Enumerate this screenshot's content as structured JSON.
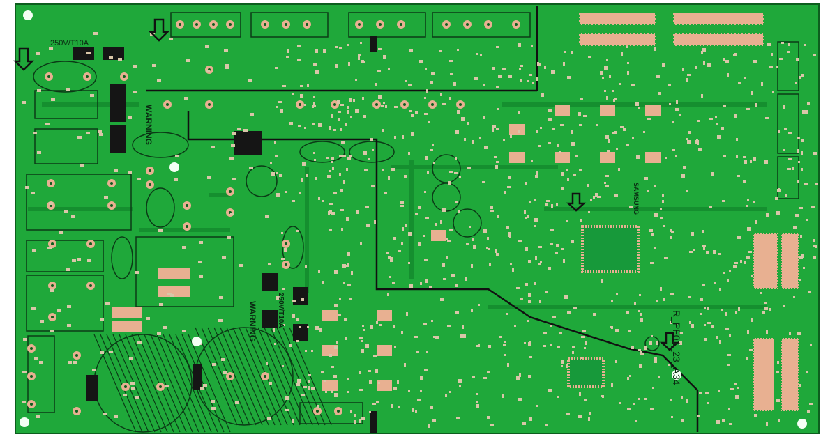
{
  "board": {
    "fuse_rating_label": "250V/T10A",
    "fuse_rating_label_2": "250V/T10A",
    "warning_label": "WARNING",
    "warning_label_2": "WARNING",
    "chip_brand": "SAMSUNG",
    "revision_label": "R_PF01_23_A34"
  },
  "colors": {
    "solder_mask": "#1fa83a",
    "trace": "#14922e",
    "pad": "#e8b091",
    "component_black": "#151515",
    "background": "#ffffff"
  }
}
